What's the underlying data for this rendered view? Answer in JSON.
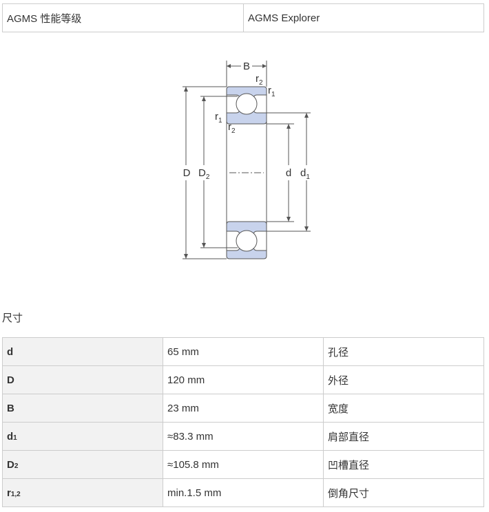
{
  "header": {
    "left": "AGMS 性能等级",
    "right": "AGMS Explorer"
  },
  "drawing": {
    "labels": {
      "B": "B",
      "r": "r",
      "sub1": "1",
      "sub2": "2",
      "D": "D",
      "d": "d"
    },
    "colors": {
      "ring": "#c8d3ec",
      "stroke": "#555555"
    }
  },
  "section_title": "尺寸",
  "dimensions": [
    {
      "symbol": "d",
      "sub": "",
      "value": "65 mm",
      "desc": "孔径"
    },
    {
      "symbol": "D",
      "sub": "",
      "value": "120 mm",
      "desc": "外径"
    },
    {
      "symbol": "B",
      "sub": "",
      "value": "23 mm",
      "desc": "宽度"
    },
    {
      "symbol": "d",
      "sub": "1",
      "value": "≈83.3 mm",
      "desc": "肩部直径"
    },
    {
      "symbol": "D",
      "sub": "2",
      "value": "≈105.8 mm",
      "desc": "凹槽直径"
    },
    {
      "symbol": "r",
      "sub": "1,2",
      "value": "min.1.5 mm",
      "desc": "倒角尺寸"
    }
  ]
}
